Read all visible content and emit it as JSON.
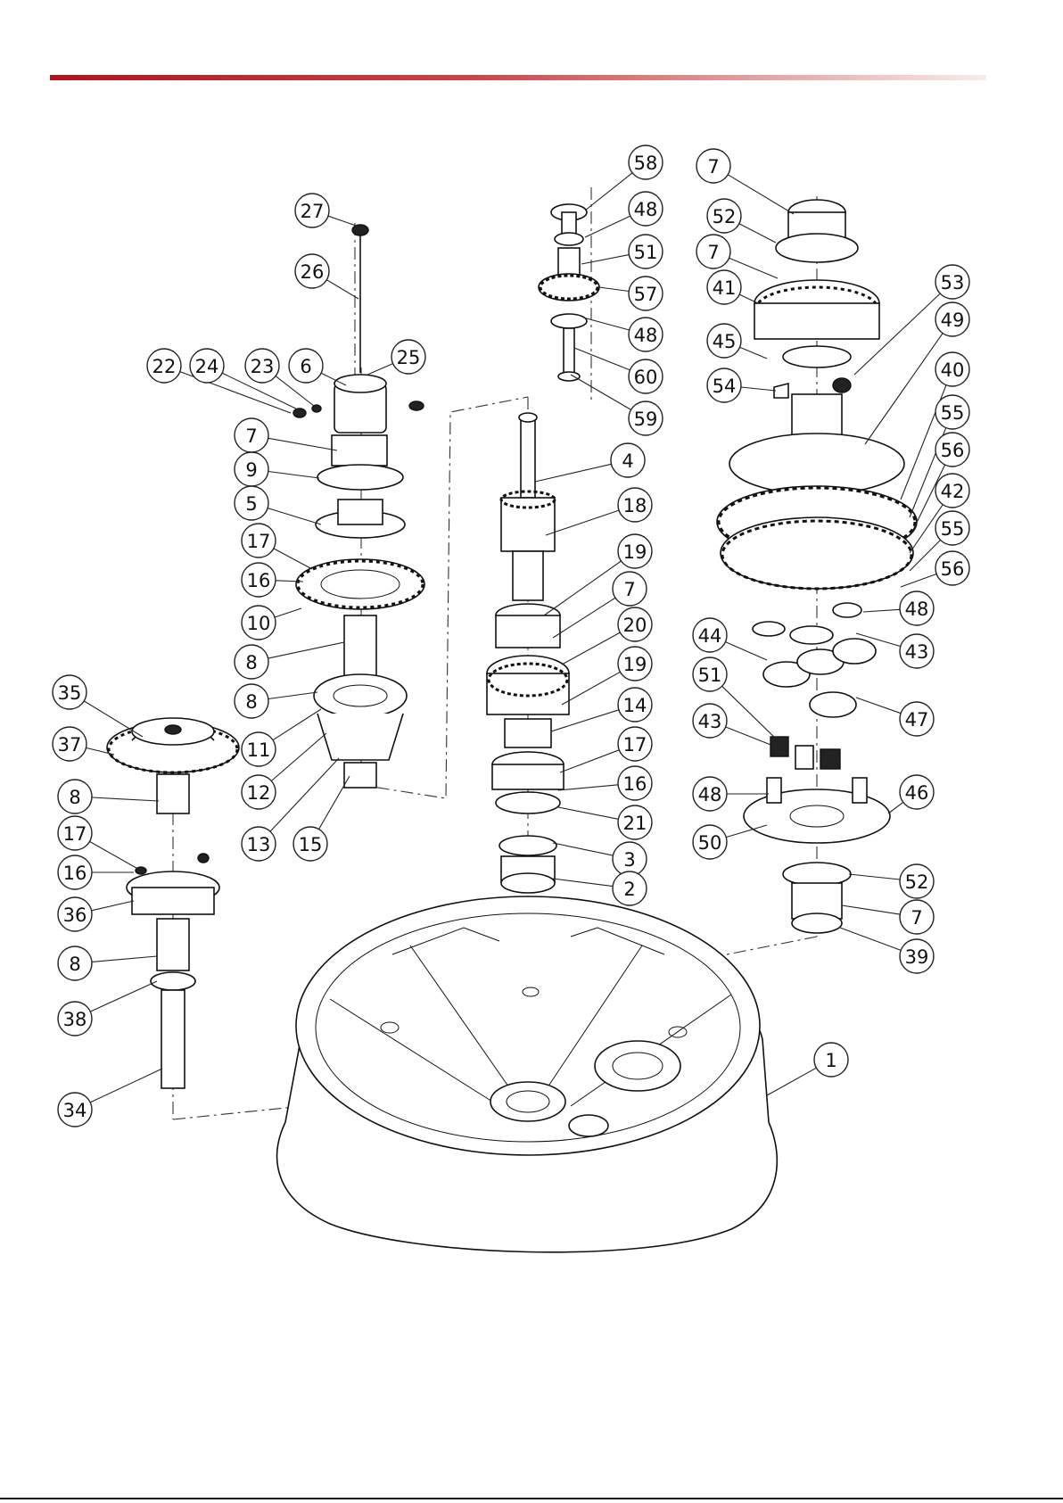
{
  "header": {
    "accent_start": "#b0141e",
    "accent_end": "#f7ece6"
  },
  "callouts": [
    {
      "label": "58"
    },
    {
      "label": "48"
    },
    {
      "label": "51"
    },
    {
      "label": "57"
    },
    {
      "label": "48"
    },
    {
      "label": "60"
    },
    {
      "label": "59"
    },
    {
      "label": "27"
    },
    {
      "label": "26"
    },
    {
      "label": "25"
    },
    {
      "label": "22"
    },
    {
      "label": "24"
    },
    {
      "label": "23"
    },
    {
      "label": "6"
    },
    {
      "label": "7"
    },
    {
      "label": "9"
    },
    {
      "label": "5"
    },
    {
      "label": "17"
    },
    {
      "label": "16"
    },
    {
      "label": "10"
    },
    {
      "label": "8"
    },
    {
      "label": "8"
    },
    {
      "label": "11"
    },
    {
      "label": "12"
    },
    {
      "label": "13"
    },
    {
      "label": "15"
    },
    {
      "label": "35"
    },
    {
      "label": "37"
    },
    {
      "label": "8"
    },
    {
      "label": "17"
    },
    {
      "label": "16"
    },
    {
      "label": "36"
    },
    {
      "label": "8"
    },
    {
      "label": "38"
    },
    {
      "label": "34"
    },
    {
      "label": "4"
    },
    {
      "label": "18"
    },
    {
      "label": "19"
    },
    {
      "label": "7"
    },
    {
      "label": "20"
    },
    {
      "label": "19"
    },
    {
      "label": "14"
    },
    {
      "label": "17"
    },
    {
      "label": "16"
    },
    {
      "label": "21"
    },
    {
      "label": "3"
    },
    {
      "label": "2"
    },
    {
      "label": "7"
    },
    {
      "label": "52"
    },
    {
      "label": "7"
    },
    {
      "label": "41"
    },
    {
      "label": "53"
    },
    {
      "label": "45"
    },
    {
      "label": "49"
    },
    {
      "label": "54"
    },
    {
      "label": "40"
    },
    {
      "label": "55"
    },
    {
      "label": "56"
    },
    {
      "label": "42"
    },
    {
      "label": "55"
    },
    {
      "label": "56"
    },
    {
      "label": "48"
    },
    {
      "label": "44"
    },
    {
      "label": "43"
    },
    {
      "label": "51"
    },
    {
      "label": "47"
    },
    {
      "label": "43"
    },
    {
      "label": "48"
    },
    {
      "label": "46"
    },
    {
      "label": "50"
    },
    {
      "label": "52"
    },
    {
      "label": "7"
    },
    {
      "label": "39"
    },
    {
      "label": "1"
    }
  ]
}
